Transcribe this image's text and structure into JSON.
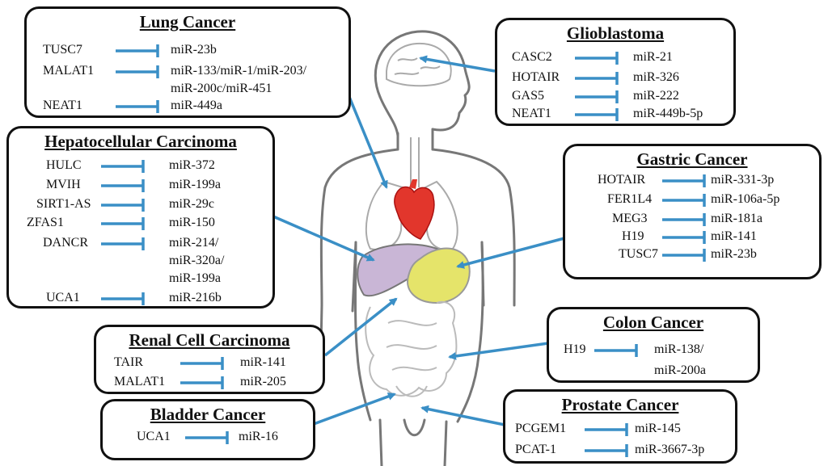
{
  "boxes": {
    "lung": {
      "title": "Lung Cancer",
      "rows": [
        {
          "lnc": "TUSC7",
          "mir": "miR-23b"
        },
        {
          "lnc": "MALAT1",
          "mir": "miR-133/miR-1/miR-203/",
          "mir2": "miR-200c/miR-451"
        },
        {
          "lnc": "NEAT1",
          "mir": "miR-449a"
        }
      ]
    },
    "glio": {
      "title": "Glioblastoma",
      "rows": [
        {
          "lnc": "CASC2",
          "mir": "miR-21"
        },
        {
          "lnc": "HOTAIR",
          "mir": "miR-326"
        },
        {
          "lnc": "GAS5",
          "mir": "miR-222"
        },
        {
          "lnc": "NEAT1",
          "mir": "miR-449b-5p"
        }
      ]
    },
    "hcc": {
      "title": "Hepatocellular Carcinoma",
      "rows": [
        {
          "lnc": "HULC",
          "mir": "miR-372"
        },
        {
          "lnc": "MVIH",
          "mir": "miR-199a"
        },
        {
          "lnc": "SIRT1-AS",
          "mir": "miR-29c"
        },
        {
          "lnc": "ZFAS1",
          "mir": "miR-150"
        },
        {
          "lnc": "DANCR",
          "mir": "miR-214/",
          "mir2": "miR-320a/",
          "mir3": "miR-199a"
        },
        {
          "lnc": "UCA1",
          "mir": "miR-216b"
        }
      ]
    },
    "gastric": {
      "title": "Gastric Cancer",
      "rows": [
        {
          "lnc": "HOTAIR",
          "mir": "miR-331-3p"
        },
        {
          "lnc": "FER1L4",
          "mir": "miR-106a-5p"
        },
        {
          "lnc": "MEG3",
          "mir": "miR-181a"
        },
        {
          "lnc": "H19",
          "mir": "miR-141"
        },
        {
          "lnc": "TUSC7",
          "mir": "miR-23b"
        }
      ]
    },
    "renal": {
      "title": "Renal Cell Carcinoma",
      "rows": [
        {
          "lnc": "TAIR",
          "mir": "miR-141"
        },
        {
          "lnc": "MALAT1",
          "mir": "miR-205"
        }
      ]
    },
    "colon": {
      "title": "Colon Cancer",
      "rows": [
        {
          "lnc": "H19",
          "mir": "miR-138/",
          "mir2": "miR-200a"
        }
      ]
    },
    "bladder": {
      "title": "Bladder Cancer",
      "rows": [
        {
          "lnc": "UCA1",
          "mir": "miR-16"
        }
      ]
    },
    "prostate": {
      "title": "Prostate Cancer",
      "rows": [
        {
          "lnc": "PCGEM1",
          "mir": "miR-145"
        },
        {
          "lnc": "PCAT-1",
          "mir": "miR-3667-3p"
        }
      ]
    }
  },
  "colors": {
    "arrow": "#3a8fc6",
    "heart": "#e2362c",
    "liver": "#c9b6d6",
    "stomach": "#e5e46a",
    "outline": "#777777",
    "box_border": "#111111"
  }
}
